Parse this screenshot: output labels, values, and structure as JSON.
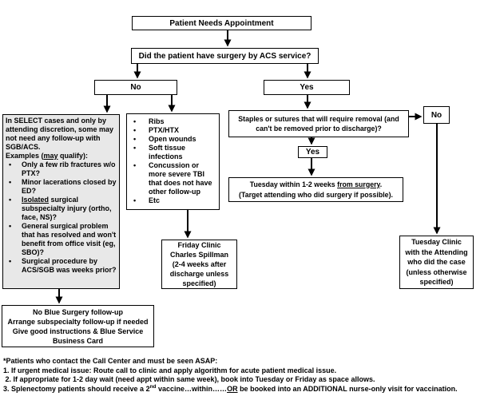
{
  "colors": {
    "border": "#000000",
    "box_fill": "#ffffff",
    "select_box_fill": "#e8e8e8"
  },
  "nodes": {
    "start": "Patient Needs Appointment",
    "q_surgery": "Did the patient have surgery by ACS service?",
    "no1": "No",
    "yes1": "Yes",
    "select_box": {
      "intro": "In SELECT cases and only by attending discretion, some may not need any follow-up with SGB/ACS.",
      "examples_pre": "Examples (",
      "examples_underlined": "may",
      "examples_post": " qualify):",
      "bullet_glyph": "•",
      "bullet1": "Only a few rib fractures w/o PTX?",
      "bullet2": "Minor lacerations closed by ED?",
      "bullet3_underlined": "Isolated",
      "bullet3_rest": " surgical subspecialty injury (ortho, face, NS)?",
      "bullet4": "General surgical problem that has resolved and won't benefit from office visit (eg, SBO)?",
      "bullet5": "Surgical procedure by ACS/SGB was weeks prior?"
    },
    "criteria_box": {
      "bullet_glyph": "•",
      "items": [
        "Ribs",
        "PTX/HTX",
        "Open wounds",
        "Soft tissue infections",
        "Concussion or more severe TBI that does not have other follow-up",
        "Etc"
      ]
    },
    "q_staples": {
      "line1": "Staples or sutures that will require removal (and",
      "line2": "can't be removed prior to discharge)?"
    },
    "no2": "No",
    "yes2": "Yes",
    "tuesday_within": {
      "pre": "Tuesday within 1-2 weeks ",
      "underlined": "from surgery",
      "post": ".",
      "line2": "(Target attending who did surgery if possible)."
    },
    "friday_clinic": {
      "lines": [
        "Friday Clinic",
        "Charles Spillman",
        "(2-4 weeks after",
        "discharge unless",
        "specified)"
      ]
    },
    "tuesday_clinic": {
      "lines": [
        "Tuesday Clinic",
        "with the Attending",
        "who did the case",
        "(unless otherwise",
        "specified)"
      ]
    },
    "no_followup": {
      "lines": [
        "No Blue Surgery follow-up",
        "Arrange subspecialty follow-up if needed",
        "Give good instructions & Blue Service",
        "Business Card"
      ]
    }
  },
  "footnote": {
    "header": "*Patients who contact the Call Center and must be seen ASAP:",
    "line1": "1. If urgent medical issue: Route call to clinic and apply algorithm for acute patient medical issue.",
    "line2": " 2. If appropriate for 1-2 day wait (need appt within same week), book into Tuesday or Friday as space allows.",
    "line3_pre": "3. Splenectomy patients should receive a 2",
    "line3_sup": "nd",
    "line3_mid": " vaccine…within……",
    "line3_underlined": "OR",
    "line3_post": " be booked into an ADDITIONAL nurse-only visit for vaccination."
  }
}
